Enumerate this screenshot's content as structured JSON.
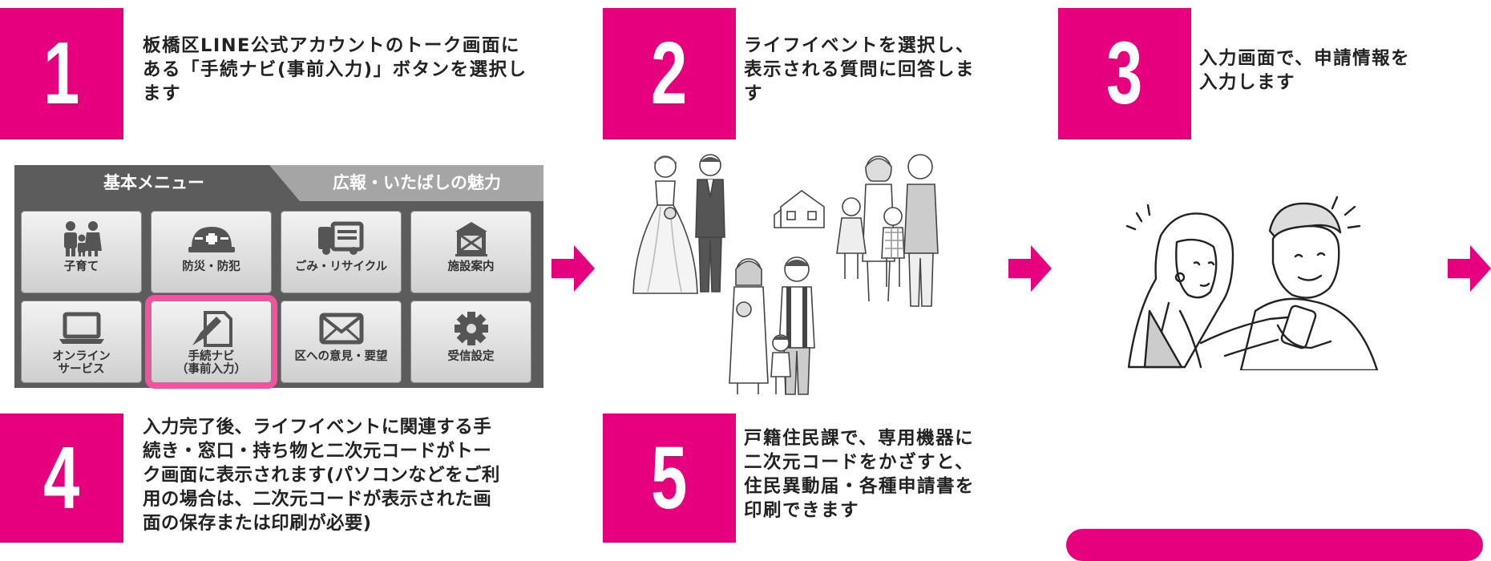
{
  "steps": [
    {
      "number": "1",
      "text": "板橋区LINE公式アカウントのトーク画面に\nある「手続ナビ(事前入力)」ボタンを選択し\nます"
    },
    {
      "number": "2",
      "text": "ライフイベントを選択し、\n表示される質問に回答しま\nす"
    },
    {
      "number": "3",
      "text": "入力画面で、申請情報を\n入力します"
    },
    {
      "number": "4",
      "text": "入力完了後、ライフイベントに関連する手\n続き・窓口・持ち物と二次元コードがトー\nク画面に表示されます(パソコンなどをご利\n用の場合は、二次元コードが表示された画\n面の保存または印刷が必要)"
    },
    {
      "number": "5",
      "text": "戸籍住民課で、専用機器に\n二次元コードをかざすと、\n住民異動届・各種申請書を\n印刷できます"
    }
  ],
  "menu": {
    "tab_active": "基本メニュー",
    "tab_inactive": "広報・いたばしの魅力",
    "buttons": [
      {
        "label": "子育て",
        "icon": "family-icon"
      },
      {
        "label": "防災・防犯",
        "icon": "helmet-icon"
      },
      {
        "label": "ごみ・リサイクル",
        "icon": "garbage-truck-icon"
      },
      {
        "label": "施設案内",
        "icon": "building-icon"
      },
      {
        "label": "オンライン\nサービス",
        "icon": "laptop-icon"
      },
      {
        "label": "手続ナビ\n（事前入力）",
        "icon": "document-pen-icon"
      },
      {
        "label": "区への意見・要望",
        "icon": "envelope-icon"
      },
      {
        "label": "受信設定",
        "icon": "gear-icon"
      }
    ]
  },
  "colors": {
    "accent": "#e6007e",
    "highlight": "#f2529f",
    "menu_bg": "#5c5c5c"
  }
}
